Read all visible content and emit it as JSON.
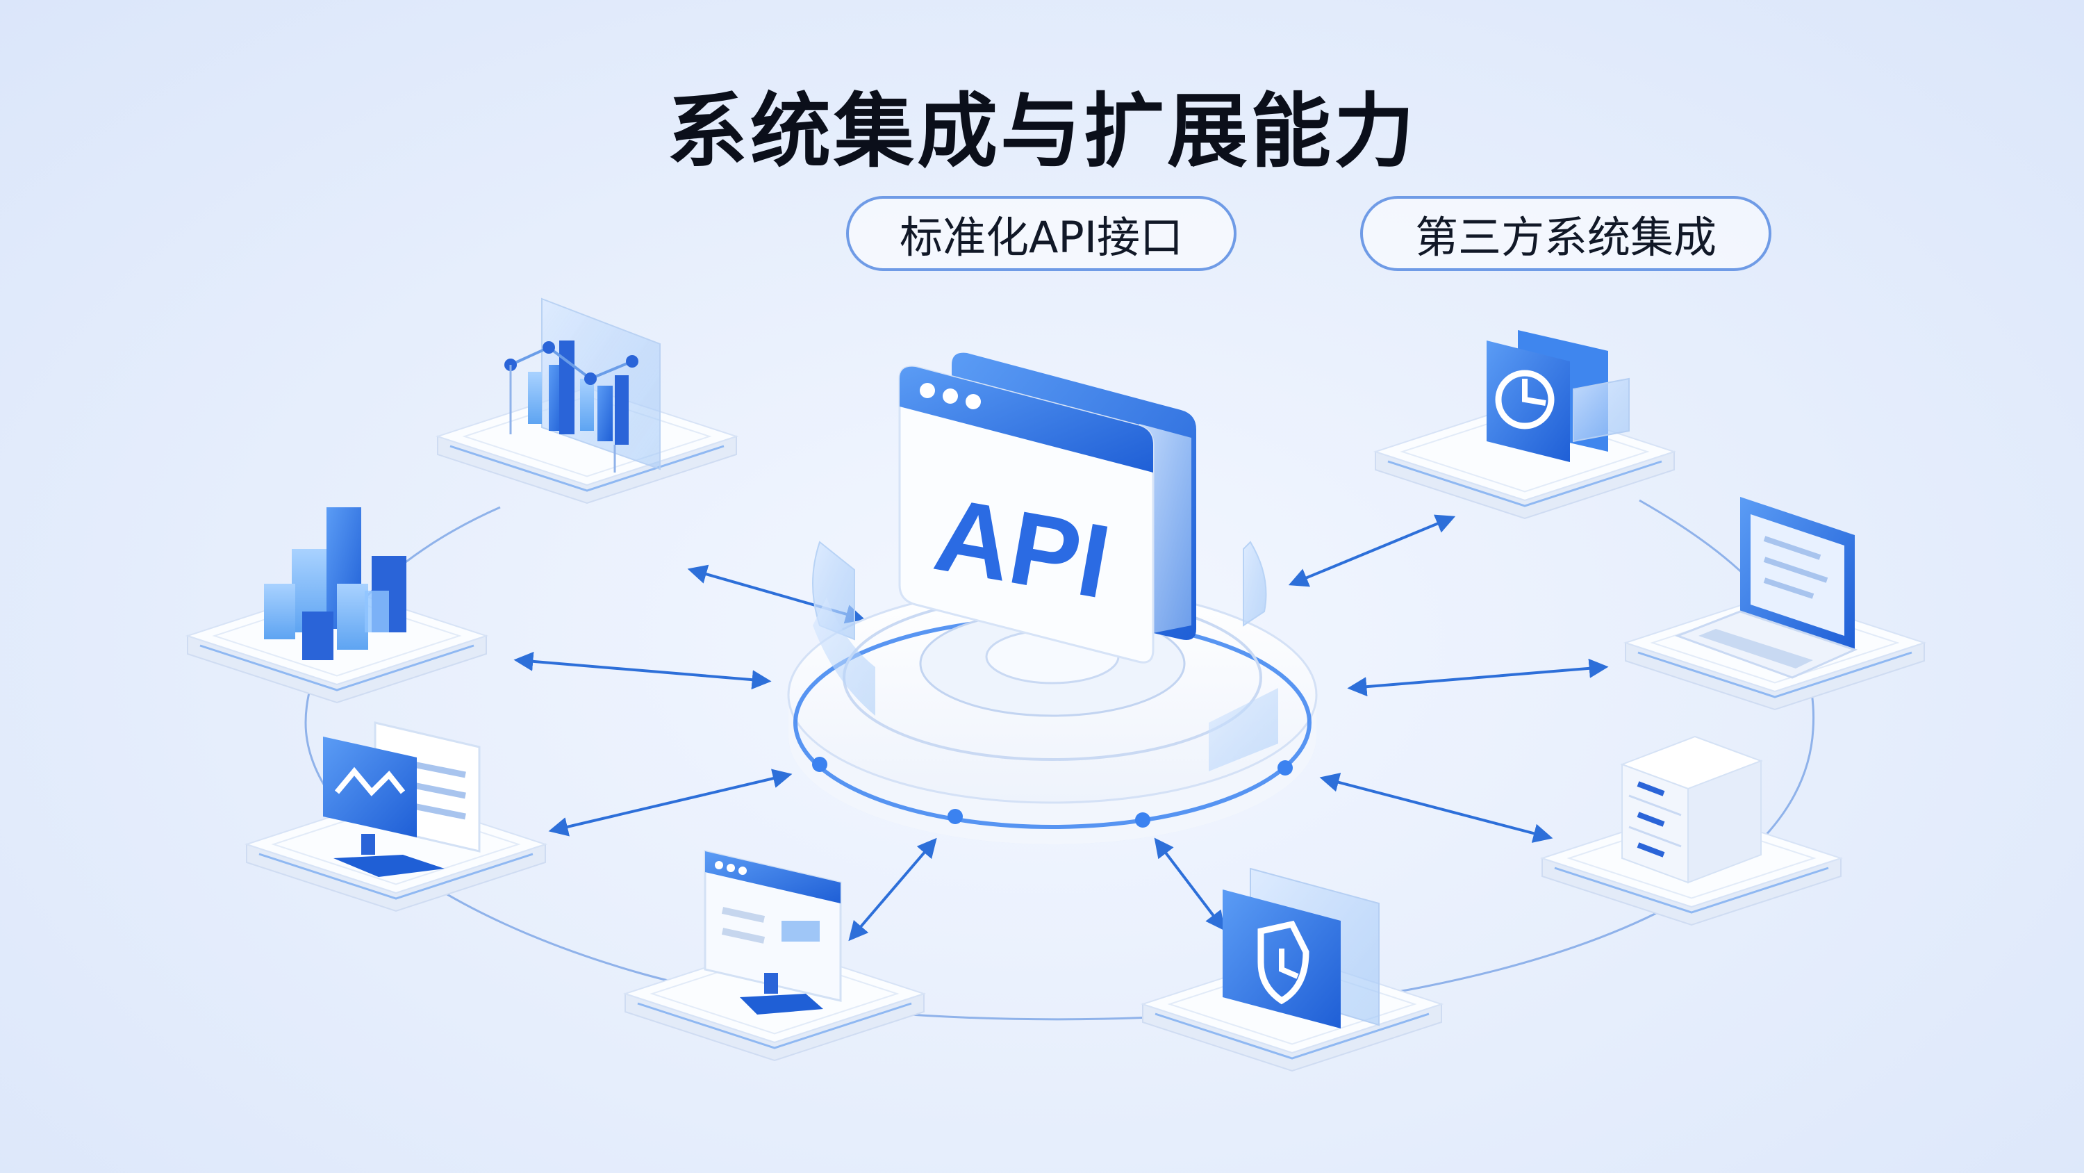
{
  "title": "系统集成与扩展能力",
  "tags": [
    "标准化API接口",
    "第三方系统集成"
  ],
  "hub": {
    "label": "API",
    "icon": "api-window-icon"
  },
  "modules": [
    {
      "icon": "analytics-chart-icon"
    },
    {
      "icon": "bar-chart-icon"
    },
    {
      "icon": "monitor-dashboard-icon"
    },
    {
      "icon": "web-form-icon"
    },
    {
      "icon": "security-shield-icon"
    },
    {
      "icon": "server-rack-icon"
    },
    {
      "icon": "laptop-icon"
    },
    {
      "icon": "pie-report-icon"
    }
  ],
  "colors": {
    "accent": "#2f6fdf",
    "accent_light": "#6fa8f5",
    "arrow": "#2d6fd9",
    "background": "#e6eefc",
    "title": "#0b0f1a"
  }
}
